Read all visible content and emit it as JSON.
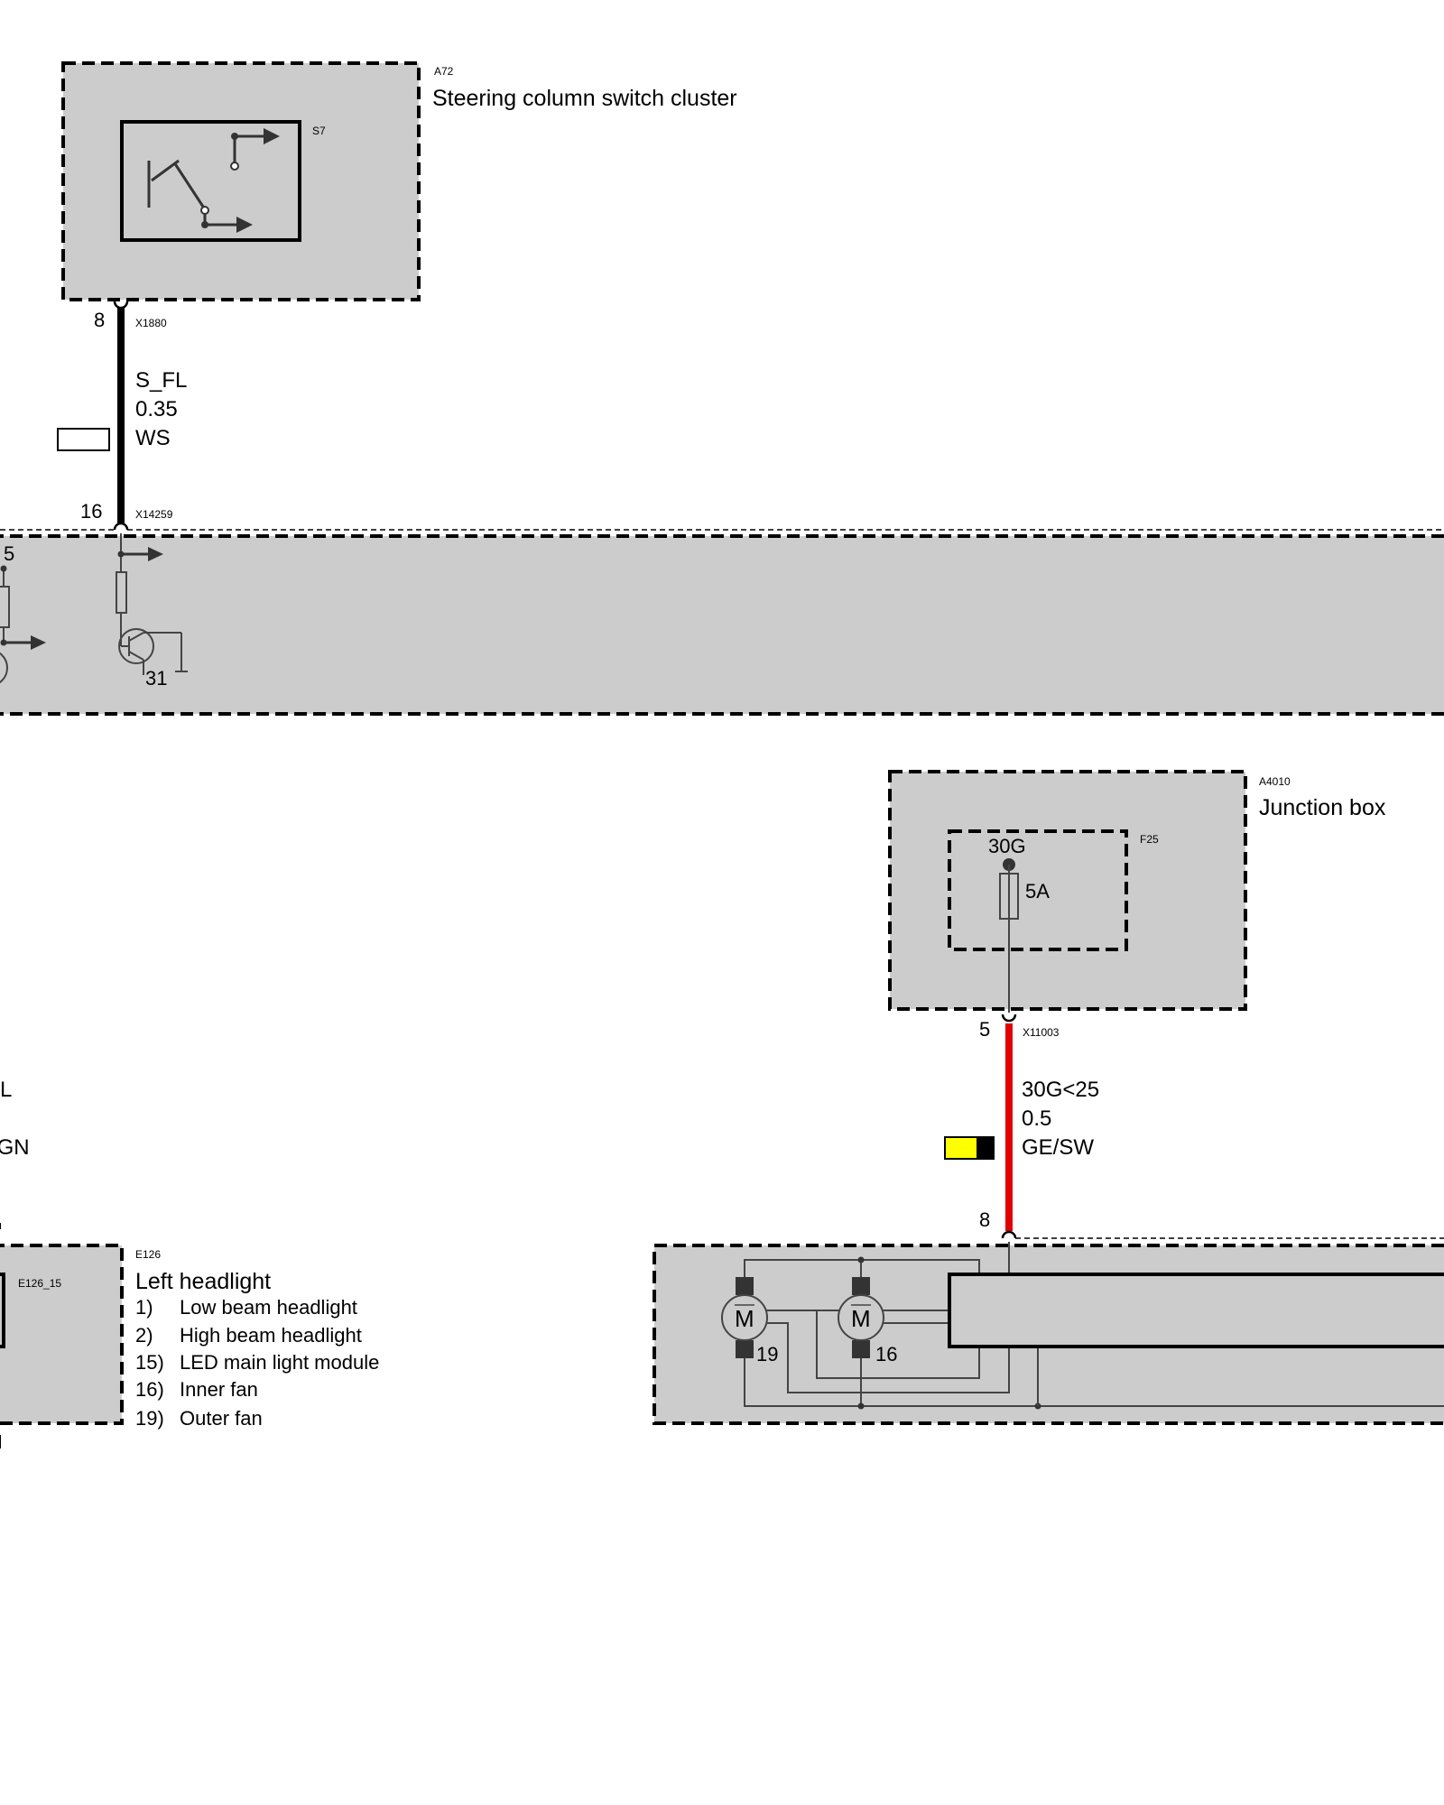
{
  "colors": {
    "component_fill": "#cccccc",
    "wire_ws": "#000000",
    "wire_gesw": "#e00000",
    "color_code_yellow": "#ffff00",
    "color_code_black": "#000000"
  },
  "components": {
    "a72": {
      "id": "A72",
      "name": "Steering column switch cluster",
      "switch_id": "S7"
    },
    "a4010": {
      "id": "A4010",
      "name": "Junction box",
      "fuse_id": "F25",
      "terminal": "30G",
      "fuse_rating": "5A"
    },
    "e126": {
      "id": "E126",
      "name": "Left headlight",
      "sub_id": "E126_15",
      "legend": [
        {
          "num": "1)",
          "text": "Low beam headlight"
        },
        {
          "num": "2)",
          "text": "High beam headlight"
        },
        {
          "num": "15)",
          "text": "LED main light module"
        },
        {
          "num": "16)",
          "text": "Inner fan"
        },
        {
          "num": "19)",
          "text": "Outer fan"
        }
      ],
      "fan_inner_label": "16",
      "fan_outer_label": "19",
      "motor_symbol": "M"
    },
    "control_unit": {
      "pin_left": "5",
      "ground_label": "31"
    }
  },
  "wires": {
    "sfl": {
      "pin_top": "8",
      "connector_top": "X1880",
      "signal": "S_FL",
      "cross_section": "0.35",
      "color_code": "WS",
      "pin_bottom": "16",
      "connector_bottom": "X14259"
    },
    "w30g": {
      "pin_top": "5",
      "connector_top": "X11003",
      "signal": "30G<25",
      "cross_section": "0.5",
      "color_code": "GE/SW",
      "pin_bottom": "8"
    },
    "clipped_left": {
      "label_a": "L",
      "label_b": "'GN"
    }
  }
}
